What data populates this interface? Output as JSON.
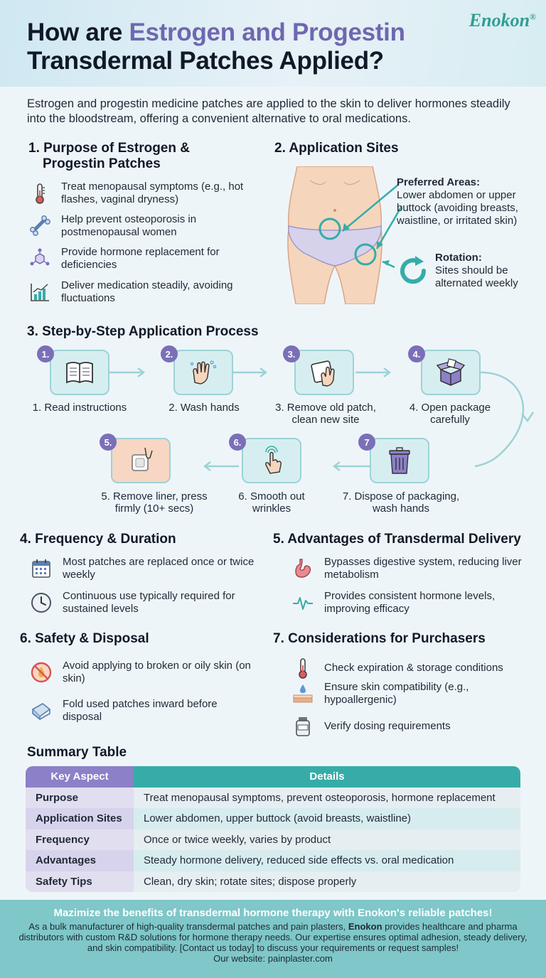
{
  "header": {
    "title_part1": "How are ",
    "title_accent": "Estrogen and Progestin",
    "title_line2": "Transdermal Patches Applied?",
    "brand": "Enokon",
    "brand_mark": "®"
  },
  "intro": "Estrogen and progestin medicine patches are applied to the skin to deliver hormones steadily into the bloodstream, offering a convenient alternative to oral medications.",
  "purpose": {
    "heading_line1": "1. Purpose of Estrogen &",
    "heading_line2": "Progestin Patches",
    "items": [
      {
        "icon": "thermometer-icon",
        "text": "Treat menopausal symptoms (e.g., hot flashes, vaginal dryness)"
      },
      {
        "icon": "bone-icon",
        "text": "Help prevent osteoporosis in postmenopausal women"
      },
      {
        "icon": "molecule-icon",
        "text": "Provide hormone replacement for deficiencies"
      },
      {
        "icon": "chart-icon",
        "text": "Deliver medication steadily, avoiding fluctuations"
      }
    ]
  },
  "sites": {
    "heading": "2. Application Sites",
    "preferred_title": "Preferred Areas:",
    "preferred_text": "Lower abdomen or upper buttock (avoiding breasts, waistline, or irritated skin)",
    "rotation_title": "Rotation:",
    "rotation_text": "Sites should be alternated weekly"
  },
  "process": {
    "heading": "3. Step-by-Step Application Process",
    "steps": [
      {
        "num": "1.",
        "icon": "book-icon",
        "label": "1. Read instructions"
      },
      {
        "num": "2.",
        "icon": "wash-hands-icon",
        "label": "2. Wash hands"
      },
      {
        "num": "3.",
        "icon": "wipe-icon",
        "label": "3. Remove old patch, clean new site"
      },
      {
        "num": "4.",
        "icon": "open-box-icon",
        "label": "4. Open package carefully"
      },
      {
        "num": "5.",
        "icon": "patch-press-icon",
        "label": "5. Remove liner, press firmly (10+ secs)"
      },
      {
        "num": "6.",
        "icon": "touch-hand-icon",
        "label": "6. Smooth out wrinkles"
      },
      {
        "num": "7",
        "icon": "trash-icon",
        "label": "7. Dispose of packaging, wash hands"
      }
    ]
  },
  "frequency": {
    "heading": "4. Frequency & Duration",
    "items": [
      {
        "icon": "calendar-icon",
        "text": "Most patches are replaced once or twice weekly"
      },
      {
        "icon": "clock-icon",
        "text": "Continuous use typically required for sustained levels"
      }
    ]
  },
  "advantages": {
    "heading": "5. Advantages of Transdermal Delivery",
    "items": [
      {
        "icon": "stomach-icon",
        "text": "Bypasses digestive system, reducing liver metabolism"
      },
      {
        "icon": "pulse-icon",
        "text": "Provides consistent hormone levels, improving efficacy"
      }
    ]
  },
  "safety": {
    "heading": "6. Safety & Disposal",
    "items": [
      {
        "icon": "no-oil-icon",
        "text": "Avoid applying to broken or oily skin (on skin)"
      },
      {
        "icon": "folded-patch-icon",
        "text": "Fold used patches inward before disposal"
      }
    ]
  },
  "considerations": {
    "heading": "7. Considerations for Purchasers",
    "items": [
      {
        "icon": "thermometer-icon",
        "text": "Check expiration & storage conditions"
      },
      {
        "icon": "skin-drop-icon",
        "text": "Ensure skin compatibility (e.g., hypoallergenic)"
      },
      {
        "icon": "bottle-icon",
        "text": "Verify dosing requirements"
      }
    ]
  },
  "summary": {
    "heading": "Summary Table",
    "col1": "Key Aspect",
    "col2": "Details",
    "rows": [
      {
        "k": "Purpose",
        "v": "Treat menopausal symptoms, prevent osteoporosis, hormone replacement"
      },
      {
        "k": "Application Sites",
        "v": "Lower abdomen, upper buttock (avoid breasts, waistline)"
      },
      {
        "k": "Frequency",
        "v": "Once or twice weekly, varies by product"
      },
      {
        "k": "Advantages",
        "v": "Steady hormone delivery, reduced side effects vs. oral medication"
      },
      {
        "k": "Safety Tips",
        "v": "Clean, dry skin; rotate sites; dispose properly"
      }
    ]
  },
  "footer": {
    "title": "Mazimize the benefits of transdermal hormone therapy with Enokon's reliable patches!",
    "body_pre": "As a bulk manufacturer of high-quality transdermal patches and pain plasters, ",
    "body_brand": "Enokon",
    "body_post": " provides healthcare and pharma distributors with custom R&D solutions for hormone therapy needs. Our expertise ensures optimal adhesion, steady delivery, and skin compatibility. [Contact us today] to discuss your requirements or request samples!",
    "website": "Our website: painplaster.com"
  },
  "colors": {
    "accent_purple": "#6f67b0",
    "teal": "#36aca8",
    "brand": "#2f9e93"
  }
}
